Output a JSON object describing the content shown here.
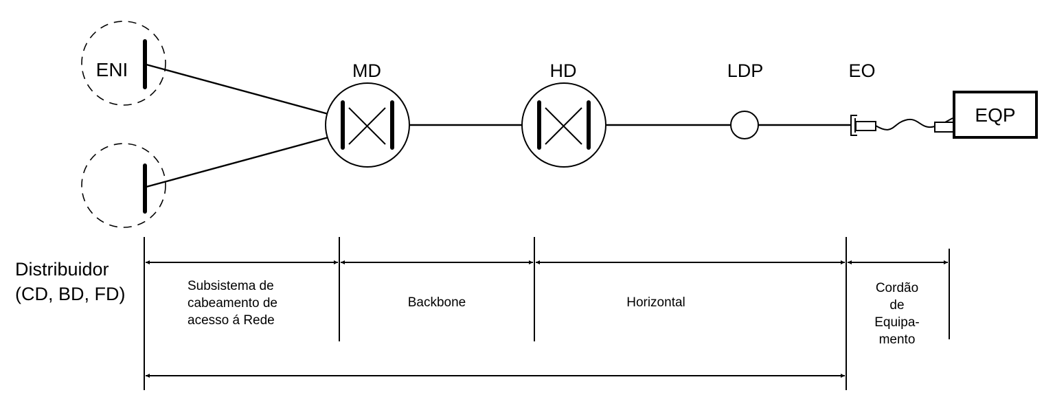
{
  "nodes": {
    "eni": "ENI",
    "md": "MD",
    "hd": "HD",
    "ldp": "LDP",
    "eo": "EO",
    "eqp": "EQP"
  },
  "distributor": {
    "line1": "Distribuidor",
    "line2": "(CD, BD, FD)"
  },
  "segments": {
    "access": [
      "Subsistema de",
      "cabeamento de",
      "acesso á Rede"
    ],
    "backbone": "Backbone",
    "horizontal": "Horizontal",
    "equipment_cord": [
      "Cordão",
      "de",
      "Equipa-",
      "mento"
    ]
  }
}
